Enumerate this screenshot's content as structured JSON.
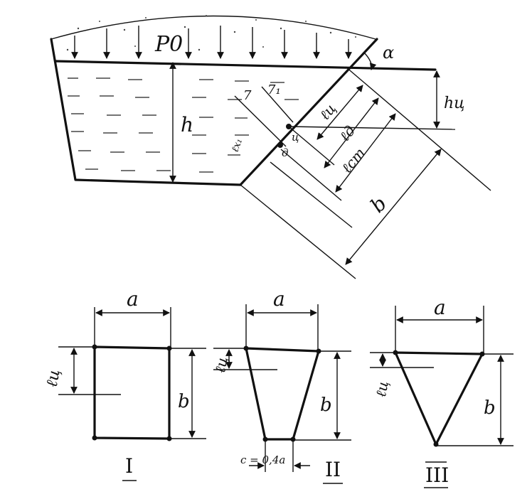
{
  "top_diagram": {
    "pressure_label": "P0",
    "depth_label": "h",
    "angle_label": "α",
    "gate_width_label": "b",
    "centroid_depth_label": "hц",
    "centroid_distance_label": "ℓц",
    "pressure_center_distance_label": "ℓд",
    "projection_distance_label": "ℓст",
    "centroid_point_label": "ц",
    "pressure_center_label": "д",
    "axis_label_1": "7",
    "axis_label_2": "7₁",
    "axis_label_3": "ℓx₁"
  },
  "shapes": [
    {
      "numeral": "I",
      "top_label": "a",
      "side_label": "b",
      "centroid_label": "ℓц"
    },
    {
      "numeral": "II",
      "top_label": "a",
      "side_label": "b",
      "centroid_label": "ℓц",
      "bottom_note": "c = 0,4a"
    },
    {
      "numeral": "III",
      "top_label": "a",
      "side_label": "b",
      "centroid_label": "ℓц"
    }
  ]
}
